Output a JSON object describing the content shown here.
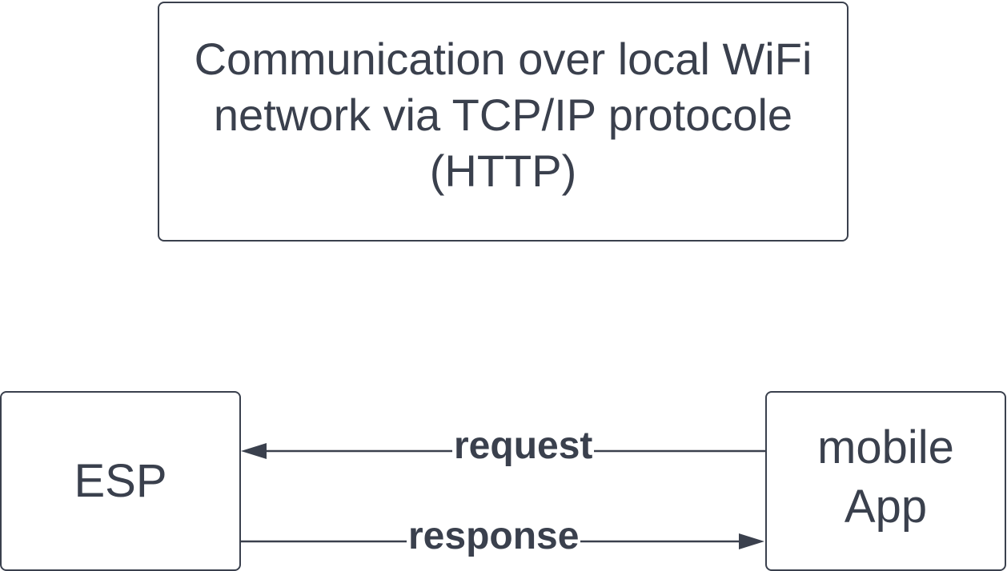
{
  "note": {
    "lines": [
      "Communication over local WiFi",
      "network via TCP/IP protocole",
      "(HTTP)"
    ]
  },
  "nodes": {
    "esp": "ESP",
    "app": [
      "mobile",
      "App"
    ]
  },
  "edges": {
    "request": "request",
    "response": "response"
  }
}
